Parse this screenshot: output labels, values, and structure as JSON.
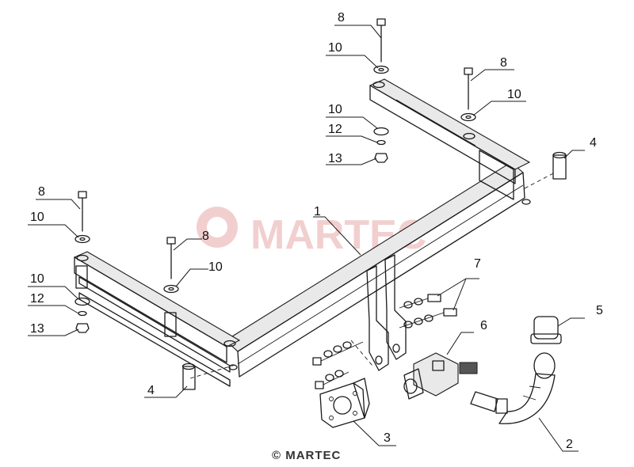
{
  "watermark": {
    "text": "MARTEC",
    "color": "#e8a8a8"
  },
  "copyright": "© MARTEC",
  "labels": {
    "p1": "1",
    "p2": "2",
    "p3": "3",
    "p4a": "4",
    "p4b": "4",
    "p5": "5",
    "p6": "6",
    "p7": "7",
    "p8a": "8",
    "p8b": "8",
    "p8c": "8",
    "p8d": "8",
    "p10a": "10",
    "p10b": "10",
    "p10c": "10",
    "p10d": "10",
    "p10e": "10",
    "p10f": "10",
    "p12a": "12",
    "p12b": "12",
    "p13a": "13",
    "p13b": "13"
  }
}
